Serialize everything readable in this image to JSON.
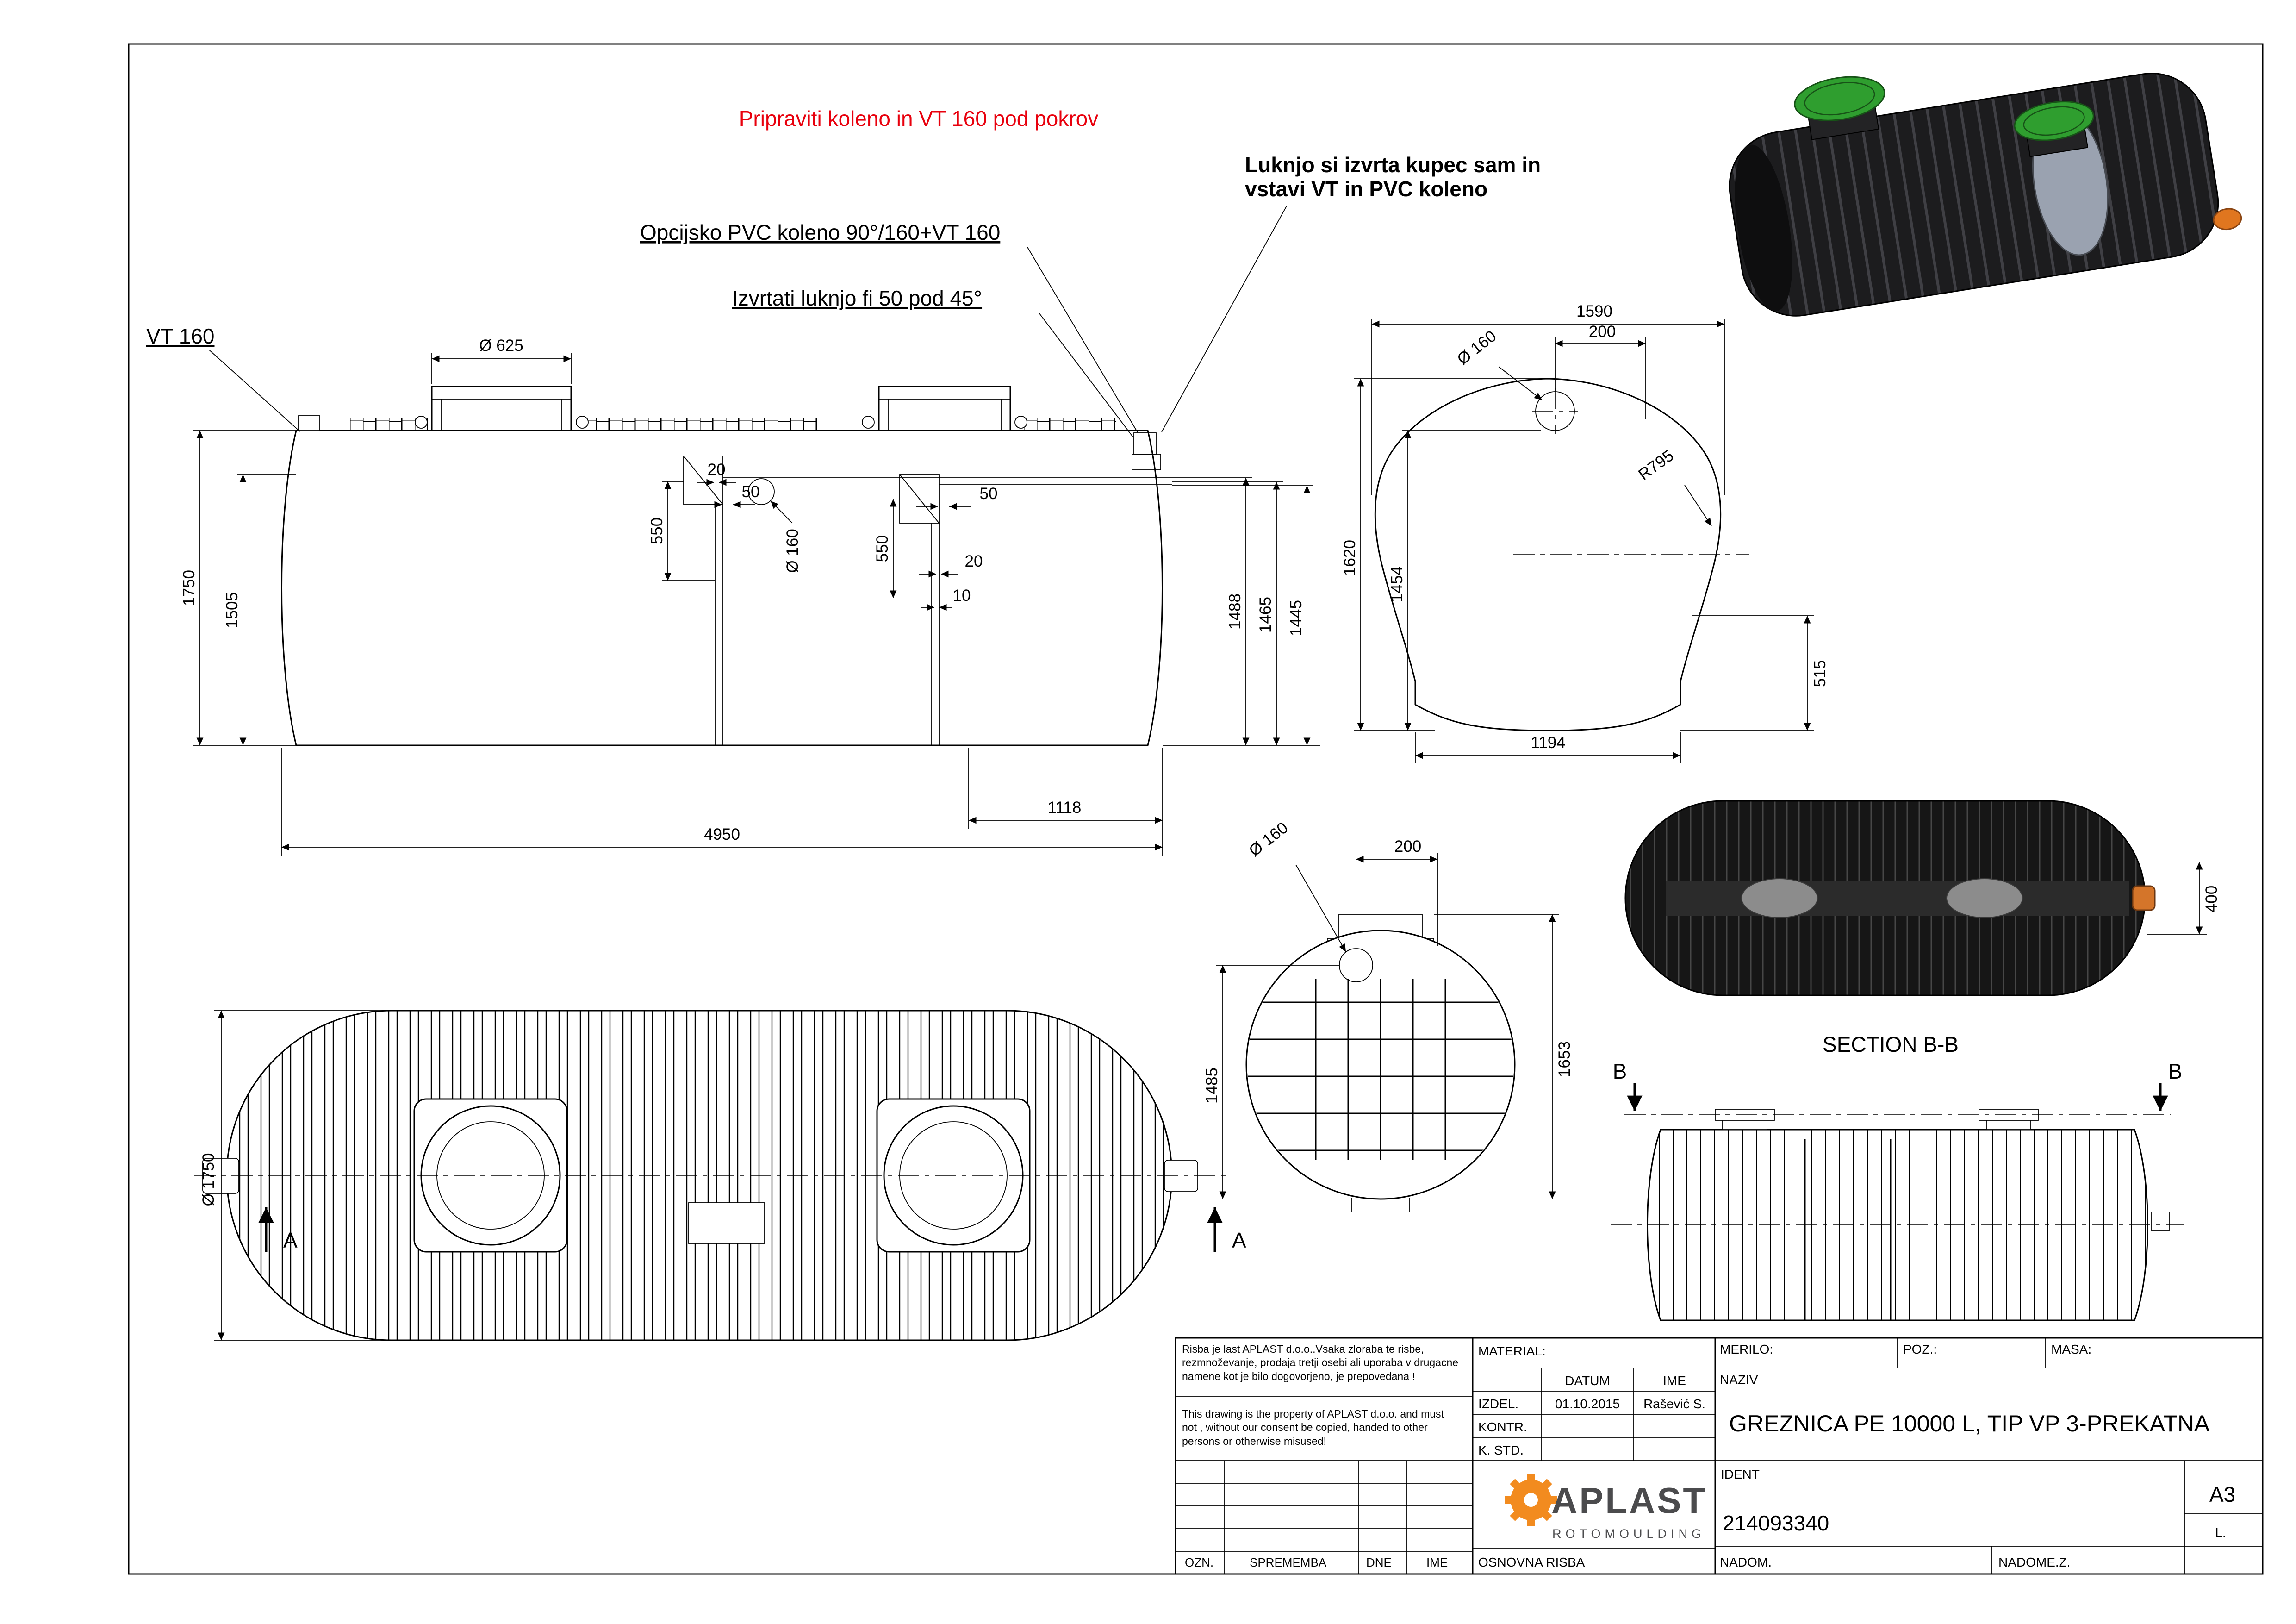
{
  "colors": {
    "note_red": "#e8000d",
    "line": "#000000",
    "logo_orange": "#f28b1f",
    "logo_gray": "#4b4b4d",
    "lid_green": "#2f9e2f",
    "fitting_orange": "#d4752a",
    "section_fill": "#161616"
  },
  "notes": {
    "red_note": "Pripraviti koleno in VT 160 pod pokrov",
    "bold_line1": "Luknjo si izvrta kupec sam in",
    "bold_line2": "vstavi VT in PVC koleno",
    "opcijsko": "Opcijsko PVC koleno 90°/160+VT 160",
    "izvrtati": "Izvrtati luknjo fi 50 pod 45°",
    "vt160": "VT 160"
  },
  "front": {
    "dia625": "Ø 625",
    "d20a": "20",
    "d550a": "550",
    "d50a": "50",
    "dia160": "Ø 160",
    "d550b": "550",
    "d50b": "50",
    "d20b": "20",
    "d10": "10",
    "d1750": "1750",
    "d1505": "1505",
    "d1488": "1488",
    "d1465": "1465",
    "d1445": "1445",
    "d4950": "4950",
    "d1118": "1118"
  },
  "end_view": {
    "d1590": "1590",
    "dia160": "Ø 160",
    "d200": "200",
    "d1620": "1620",
    "d1454": "1454",
    "r795": "R795",
    "d515": "515",
    "d1194": "1194"
  },
  "plan": {
    "dia1750": "Ø 1750",
    "marker_a": "A"
  },
  "circle_view": {
    "dia160": "Ø 160",
    "d200": "200",
    "d1485": "1485",
    "d1653": "1653"
  },
  "section": {
    "title": "SECTION B-B",
    "d400": "400"
  },
  "side_view": {
    "marker_b": "B"
  },
  "titleblock": {
    "disclaimer_sl": "Risba je last APLAST d.o.o..Vsaka zloraba te risbe, rezmnoževanje, prodaja tretji osebi ali uporaba v drugacne namene kot je bilo dogovorjeno, je prepovedana !",
    "disclaimer_en": "This drawing is the property of APLAST d.o.o. and must not , without our consent be copied, handed to other persons or otherwise misused!",
    "material_label": "MATERIAL:",
    "datum_label": "DATUM",
    "ime_label": "IME",
    "izdel_label": "IZDEL.",
    "izdel_datum": "01.10.2015",
    "izdel_ime": "Rašević S.",
    "kontr_label": "KONTR.",
    "kstd_label": "K. STD.",
    "merilo_label": "MERILO:",
    "poz_label": "POZ.:",
    "masa_label": "MASA:",
    "naziv_label": "NAZIV",
    "naziv_value": "GREZNICA  PE 10000 L, TIP VP  3-PREKATNA",
    "ident_label": "IDENT",
    "ident_value": "214093340",
    "format": "A3",
    "l_label": "L.",
    "nadom_label": "NADOM.",
    "nadomez_label": "NADOME.Z.",
    "ozn_label": "OZN.",
    "sprememba_label": "SPREMEMBA",
    "dne_label": "DNE",
    "ime2_label": "IME",
    "osnovna_label": "OSNOVNA RISBA",
    "logo_text": "APLAST",
    "logo_sub": "ROTOMOULDING"
  }
}
